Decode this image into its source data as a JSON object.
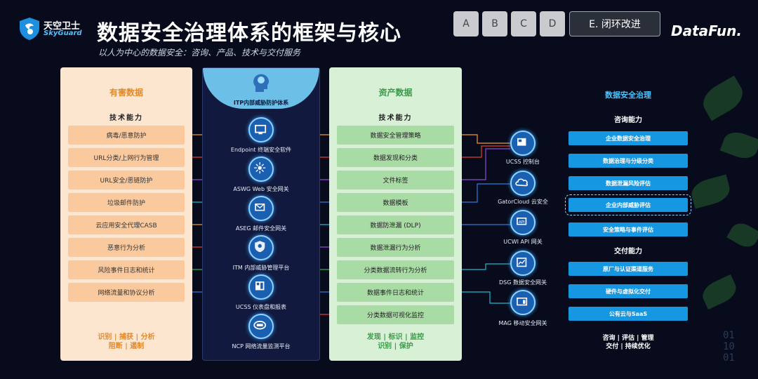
{
  "header": {
    "logo_cn": "天空卫士",
    "logo_en": "SkyGuard",
    "title": "数据安全治理体系的框架与核心",
    "subtitle": "以人为中心的数据安全：咨询、产品、技术与交付服务",
    "brand": "DataFun."
  },
  "nav": {
    "tabs": [
      "A",
      "B",
      "C",
      "D"
    ],
    "active": "E. 闭环改进"
  },
  "left_column": {
    "title": "有害数据",
    "subtitle": "技术能力",
    "items": [
      "病毒/恶意防护",
      "URL分类/上网行为管理",
      "URL安全/恶链防护",
      "垃圾邮件防护",
      "云应用安全代理CASB",
      "恶意行为分析",
      "风险事件日志和统计",
      "网络流量和协议分析"
    ],
    "footer_line1": "识别 | 捕获 | 分析",
    "footer_line2": "阻断 | 遏制"
  },
  "middle_column": {
    "title": "ITP内部威胁防护体系",
    "nodes": [
      "Endpoint 终端安全软件",
      "ASWG Web 安全网关",
      "ASEG 邮件安全网关",
      "ITM 内部威胁管理平台",
      "UCSS 仪表盘和报表",
      "NCP 网络流量监测平台"
    ]
  },
  "right_column": {
    "title": "资产数据",
    "subtitle": "技术能力",
    "items": [
      "数据安全管理策略",
      "数据发现和分类",
      "文件标签",
      "数据模板",
      "数据防泄漏 (DLP)",
      "数据泄漏行为分析",
      "分类数据流转行为分析",
      "数据事件日志和统计",
      "分类数据可视化监控"
    ],
    "footer_line1": "发现 | 标识 | 监控",
    "footer_line2": "识别 | 保护"
  },
  "right_nodes": [
    "UCSS 控制台",
    "GatorCloud 云安全",
    "UCWI API 网关",
    "DSG 数据安全网关",
    "MAG 移动安全网关"
  ],
  "governance": {
    "title": "数据安全治理",
    "consult_title": "咨询能力",
    "consult_items": [
      "企业数据安全治理",
      "数据治理与分级分类",
      "数据泄漏风险评估",
      "企业内部威胁评估",
      "安全策略与事件评估"
    ],
    "delivery_title": "交付能力",
    "delivery_items": [
      "原厂与认证渠道服务",
      "硬件与虚拟化交付",
      "公有云与SaaS"
    ],
    "footer_line1": "咨询 | 评估 | 管理",
    "footer_line2": "交付 | 持续优化"
  },
  "colors": {
    "orange": "#f39a2b",
    "red": "#e23b2e",
    "purple": "#8a4dd6",
    "green": "#2fb24c",
    "blue": "#2f7bd8",
    "teal": "#1fb7c9",
    "accent": "#4fc3ff"
  }
}
